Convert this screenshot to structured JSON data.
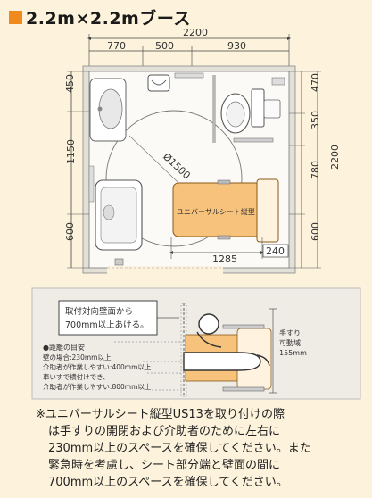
{
  "title": "2.2m×2.2mブース",
  "plan": {
    "dim_total_width": "2200",
    "dim_top": [
      "770",
      "500",
      "930"
    ],
    "dim_left": [
      "450",
      "1150",
      "600"
    ],
    "dim_right_inner": [
      "470",
      "350",
      "780",
      "600"
    ],
    "dim_right_total": "2200",
    "dim_circle": "Ø1500",
    "dim_bottom_seat": "1285",
    "dim_bottom_side": "240",
    "seat_label": "ユニバーサルシート縦型"
  },
  "side_view": {
    "callout": [
      "取付対向壁面から",
      "700mm以上あける。"
    ],
    "guide_title": "●距離の目安",
    "guide_lines": [
      "壁の場合:230mm以上",
      "介助者が作業しやすい:400mm以上",
      "車いすで横付けでき、",
      "介助者が作業しやすい:800mm以上"
    ],
    "handrail_label": [
      "手すり",
      "可動域",
      "155mm"
    ]
  },
  "note": [
    "※ユニバーサルシート縦型US13を取り付けの際",
    "は手すりの開閉および介助者のために左右に",
    "230mm以上のスペースを確保してください。また",
    "緊急時を考慮し、シート部分端と壁面の間に",
    "700mm以上のスペースを確保してください。"
  ],
  "colors": {
    "accent": "#f08a1c",
    "background": "#fdf3dc",
    "seat": "#f6c27c"
  }
}
